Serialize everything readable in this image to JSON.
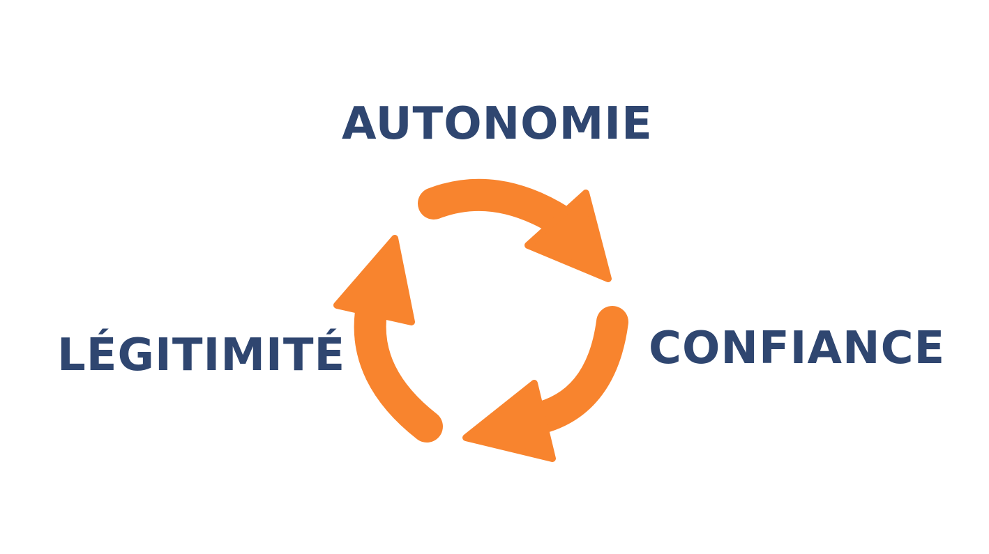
{
  "labels": {
    "top": "AUTONOMIE",
    "right": "CONFIANCE",
    "left": "LÉGITIMITÉ"
  },
  "colors": {
    "text": "#2f4670",
    "arrows": "#f8842e"
  },
  "icons": [
    "cycle-arrow-icon",
    "cycle-arrow-icon",
    "cycle-arrow-icon"
  ]
}
